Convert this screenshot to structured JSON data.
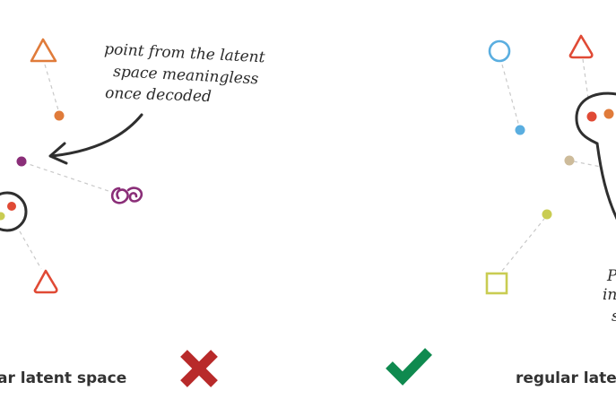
{
  "left_panel": {
    "annotation": [
      "point from the latent",
      "space meaningless",
      "once decoded"
    ],
    "label": "ar latent space",
    "verdict_icon": "red-cross-icon"
  },
  "right_panel": {
    "label": "regular latent",
    "annotation_fragments": [
      "P",
      "in",
      "s"
    ],
    "verdict_icon": "green-check-icon"
  },
  "colors": {
    "orange": "#e07b3a",
    "red": "#e04a35",
    "purple": "#8a2e78",
    "blue": "#5aaee0",
    "beige": "#cdbb9a",
    "yellow_green": "#c9cc52",
    "dark_red_cross": "#b82a2a",
    "green_check": "#0f8a4f",
    "ink": "#2f2f2f"
  }
}
